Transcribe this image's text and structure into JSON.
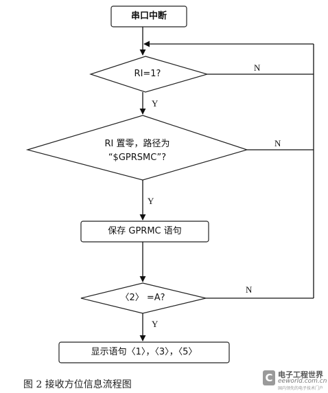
{
  "nodes": {
    "start": "串口中断",
    "check_ri": "RI=1?",
    "check_path_line1": "RI 置零，路径为",
    "check_path_line2": "“$GPRSMC”?",
    "save": "保存 GPRMC 语句",
    "check_a": "〈2〉 =A?",
    "display": "显示语句〈1〉，〈3〉，〈5〉"
  },
  "edges": {
    "yes": "Y",
    "no": "N"
  },
  "caption": "图 2  接收方位信息流程图",
  "watermark": {
    "mark": "C",
    "title": "电子工程世界",
    "url": "eeworld.com.cn",
    "subtitle": "国内领先的电子技术门户"
  }
}
